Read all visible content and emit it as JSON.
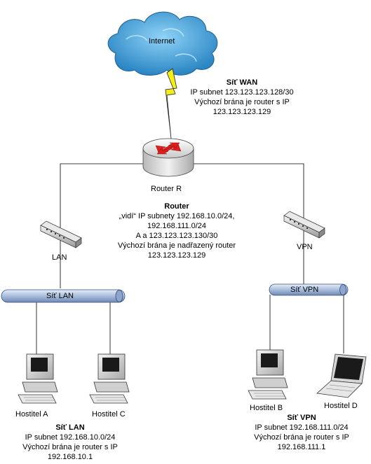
{
  "cloud": {
    "label": "Internet"
  },
  "wan": {
    "title": "Síť WAN",
    "lines": [
      "IP subnet 123.123.123.128/30",
      "Výchozí brána je router s IP",
      "123.123.123.129"
    ]
  },
  "router": {
    "label": "Router R",
    "title": "Router",
    "lines": [
      "„vidí“ IP subnety 192.168.10.0/24,",
      "192.168.111.0/24",
      "A a 123.123.123.130/30",
      "Výchozí brána je nadřazený router",
      "123.123.123.129"
    ]
  },
  "switches": {
    "lan_label": "LAN",
    "vpn_label": "VPN"
  },
  "buses": {
    "lan_label": "Síť LAN",
    "vpn_label": "Síť VPN"
  },
  "hosts": {
    "a": "Hostitel A",
    "c": "Hostitel C",
    "b": "Hostitel B",
    "d": "Hostitel D"
  },
  "lan": {
    "title": "Síť LAN",
    "lines": [
      "IP subnet 192.168.10.0/24",
      "Výchozí brána je router s IP",
      "192.168.10.1"
    ]
  },
  "vpn": {
    "title": "Síť VPN",
    "lines": [
      "IP subnet 192.168.111.0/24",
      "Výchozí brána je router s IP",
      "192.168.111.1"
    ]
  },
  "colors": {
    "cloud": "#3aa0d8",
    "bolt": "#f2ee1a",
    "router_arrows": "#e0201e",
    "bus": "#b6c6e2"
  }
}
